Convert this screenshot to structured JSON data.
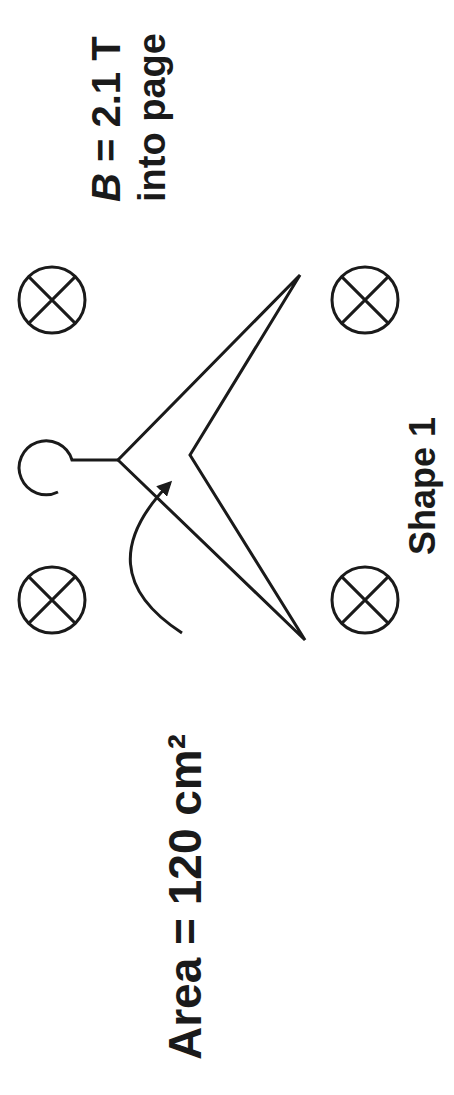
{
  "diagram": {
    "labels": [
      "B = 2.1 T",
      "into page",
      "Area = 120 cm²",
      "Shape 1"
    ]
  }
}
